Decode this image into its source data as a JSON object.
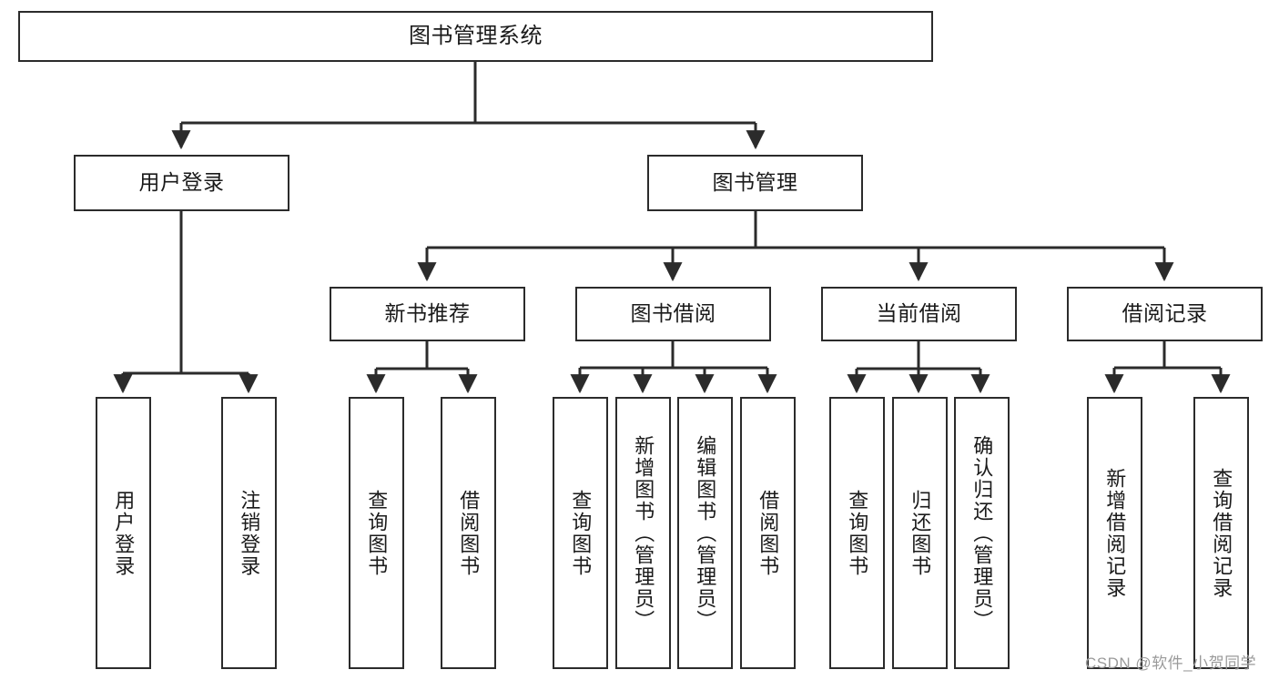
{
  "diagram": {
    "title": "图书管理系统",
    "type": "hierarchy-tree",
    "levels": {
      "root": {
        "label": "图书管理系统"
      },
      "level2": [
        {
          "label": "用户登录"
        },
        {
          "label": "图书管理"
        }
      ],
      "level3": [
        {
          "label": "新书推荐"
        },
        {
          "label": "图书借阅"
        },
        {
          "label": "当前借阅"
        },
        {
          "label": "借阅记录"
        }
      ],
      "leaves": {
        "user_login": [
          {
            "label": "用户登录"
          },
          {
            "label": "注销登录"
          }
        ],
        "new_book_recommend": [
          {
            "label": "查询图书"
          },
          {
            "label": "借阅图书"
          }
        ],
        "book_borrow": [
          {
            "label": "查询图书"
          },
          {
            "label": "新增图书（管理员）"
          },
          {
            "label": "编辑图书（管理员）"
          },
          {
            "label": "借阅图书"
          }
        ],
        "current_borrow": [
          {
            "label": "查询图书"
          },
          {
            "label": "归还图书"
          },
          {
            "label": "确认归还（管理员）"
          }
        ],
        "borrow_record": [
          {
            "label": "新增借阅记录"
          },
          {
            "label": "查询借阅记录"
          }
        ]
      }
    },
    "watermark": "CSDN @软件_小贺同学",
    "colors": {
      "stroke": "#2b2b2b",
      "fill": "#ffffff",
      "text": "#1a1a1a",
      "watermark": "#9a9a9a"
    }
  }
}
